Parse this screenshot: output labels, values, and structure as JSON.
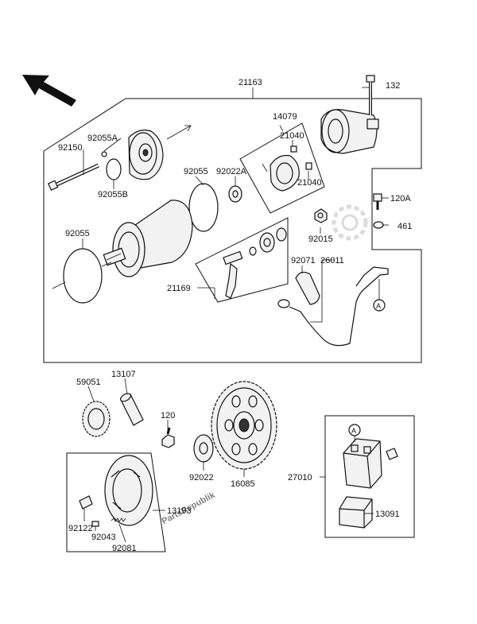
{
  "watermark": "PartsRepublik",
  "callouts": {
    "c21163": "21163",
    "c132": "132",
    "c14079": "14079",
    "c92055A": "92055A",
    "c92150": "92150",
    "c92055B": "92055B",
    "c92055_upper": "92055",
    "c92022A": "92022A",
    "c21040_a": "21040",
    "c21040_b": "21040",
    "c120A": "120A",
    "c461": "461",
    "c92055_lower": "92055",
    "c92015": "92015",
    "c92071": "92071",
    "c26011": "26011",
    "c21169": "21169",
    "c59051": "59051",
    "c13107": "13107",
    "c120": "120",
    "c92022": "92022",
    "c16085": "16085",
    "c27010": "27010",
    "c13193": "13193",
    "c92122": "92122",
    "c92043": "92043",
    "c92081": "92081",
    "c13091": "13091"
  },
  "ref_markers": {
    "cable_end": "A",
    "relay": "A"
  }
}
